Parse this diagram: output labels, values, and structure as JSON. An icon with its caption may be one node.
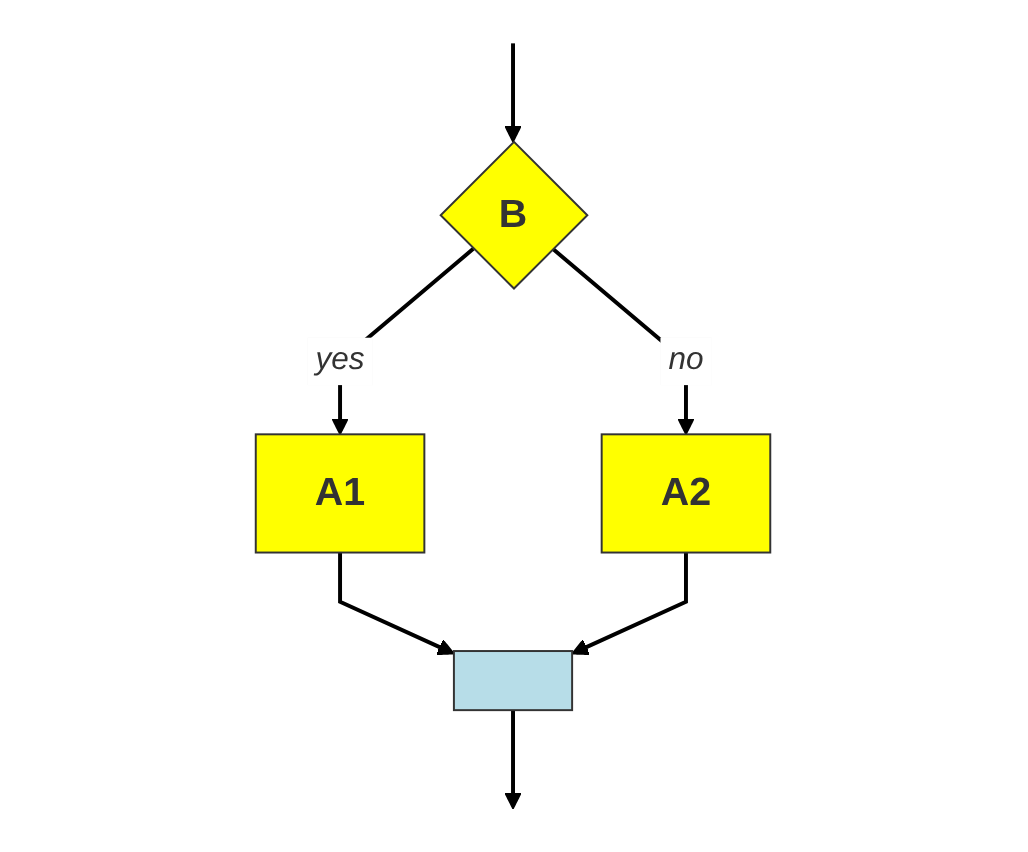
{
  "diagram": {
    "nodes": [
      {
        "text": [
          "B"
        ]
      },
      {
        "text": [
          "A1"
        ]
      },
      {
        "text": [
          "A2"
        ]
      },
      {
        "text": [],
        "shape": "box"
      }
    ],
    "edges": [
      {
        "from": null,
        "to": 0,
        "arrow": "to"
      },
      {
        "from": 0,
        "to": 1,
        "label": "yes",
        "arrow": "to"
      },
      {
        "from": 0,
        "to": 2,
        "label": "no",
        "arrow": "to"
      },
      {
        "from": 1,
        "to": 3,
        "arrow": "to"
      },
      {
        "from": 2,
        "to": 3,
        "arrow": "to"
      },
      {
        "from": 3,
        "to": null,
        "arrow": "to"
      }
    ]
  }
}
